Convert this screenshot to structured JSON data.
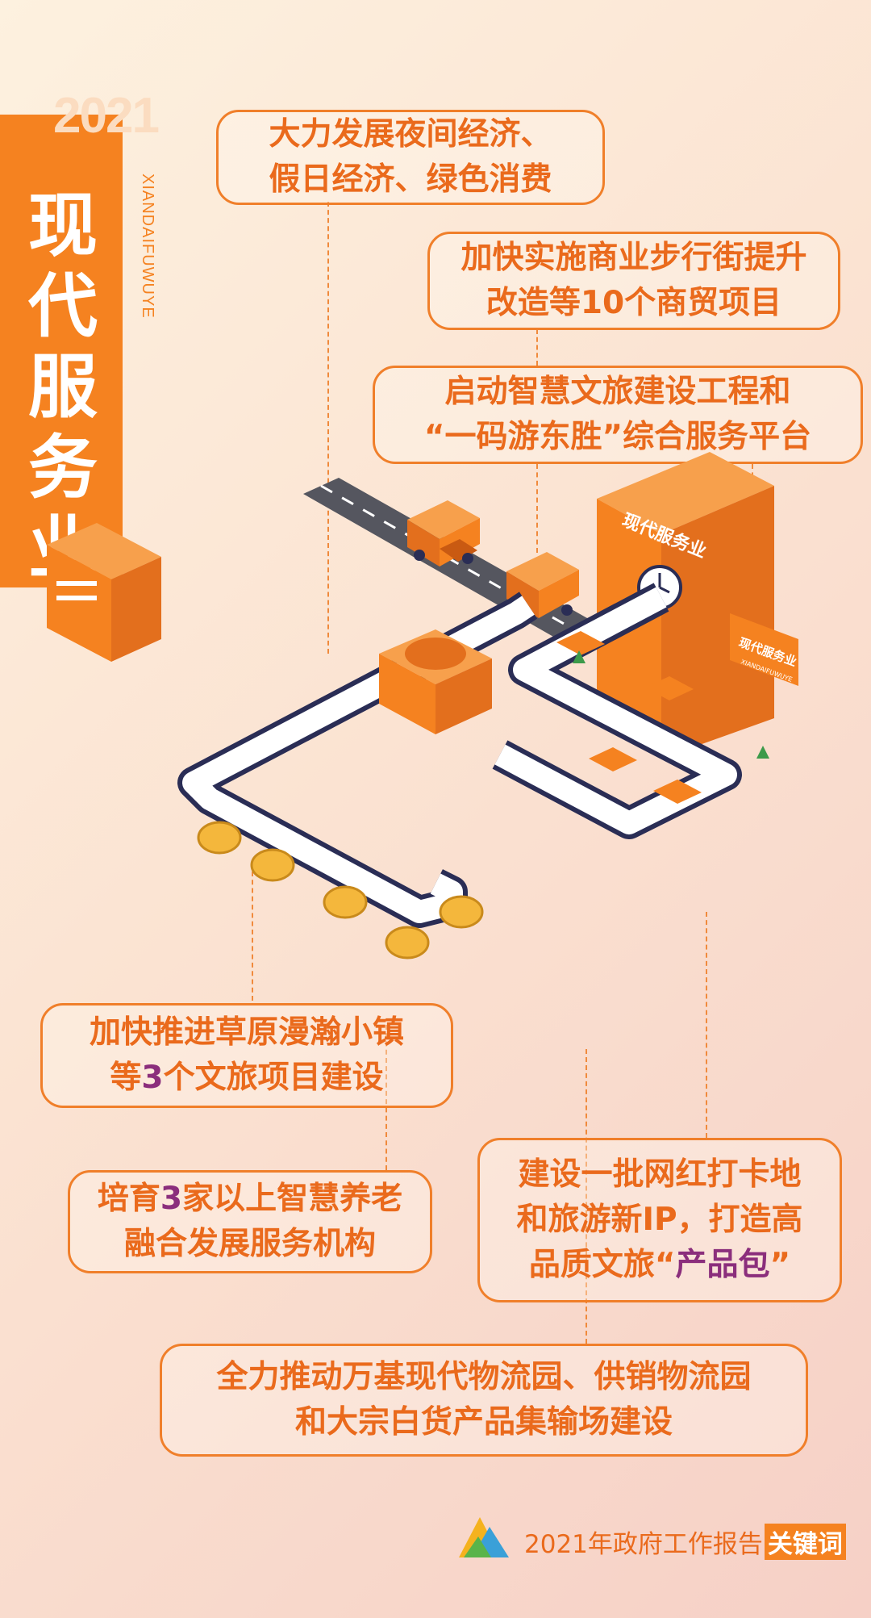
{
  "title": {
    "year": "2021",
    "chars": [
      "现",
      "代",
      "服",
      "务",
      "业"
    ],
    "pinyin": "XIANDAIFUWUYE"
  },
  "callouts": [
    {
      "id": "night-economy",
      "lines": [
        "大力发展夜间经济、",
        "假日经济、绿色消费"
      ]
    },
    {
      "id": "pedestrian-street",
      "lines": [
        "加快实施商业步行街提升",
        "改造等10个商贸项目"
      ]
    },
    {
      "id": "smart-tourism",
      "lines": [
        "启动智慧文旅建设工程和",
        "“一码游东胜”综合服务平台"
      ]
    },
    {
      "id": "grassland-town",
      "line1": "加快推进草原漫瀚小镇",
      "line2_pre": "等",
      "line2_num": "3",
      "line2_post": "个文旅项目建设"
    },
    {
      "id": "elderly-care",
      "line1_pre": "培育",
      "line1_num": "3",
      "line1_post": "家以上智慧养老",
      "line2": "融合发展服务机构"
    },
    {
      "id": "internet-celebrity",
      "line1": "建设一批网红打卡地",
      "line2": "和旅游新IP，打造高",
      "line3_pre": "品质文旅“",
      "line3_hl": "产品包",
      "line3_post": "”"
    },
    {
      "id": "logistics",
      "lines": [
        "全力推动万基现代物流园、供销物流园",
        "和大宗白货产品集输场建设"
      ]
    }
  ],
  "illustration": {
    "building_sign": "现代服务业",
    "billboard_title": "现代服务业",
    "billboard_sub": "XIANDAIFUWUYE"
  },
  "footer": {
    "text": "2021年政府工作报告",
    "highlight": "关键词"
  },
  "colors": {
    "orange": "#f58220",
    "deep_orange": "#ea6a1c",
    "purple": "#8b2e7c",
    "navy": "#2a2d55"
  }
}
